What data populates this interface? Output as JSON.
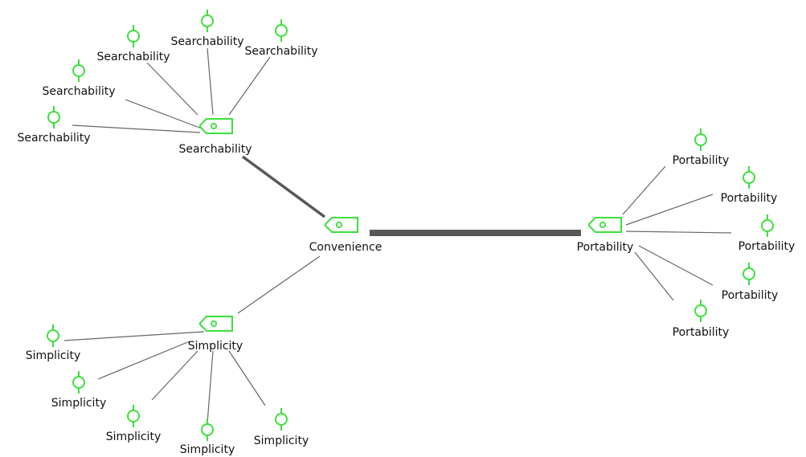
{
  "colors": {
    "node": "#3be03b",
    "edge": "#666666",
    "text": "#111111"
  },
  "icons": {
    "hub": "tag-icon",
    "leaf": "pin-icon"
  },
  "hubs": {
    "center": "Convenience",
    "top": "Searchability",
    "bottom": "Simplicity",
    "right": "Portability"
  },
  "leaves": {
    "top": [
      "Searchability",
      "Searchability",
      "Searchability",
      "Searchability",
      "Searchability"
    ],
    "bottom": [
      "Simplicity",
      "Simplicity",
      "Simplicity",
      "Simplicity",
      "Simplicity"
    ],
    "right": [
      "Portability",
      "Portability",
      "Portability",
      "Portability",
      "Portability"
    ]
  }
}
